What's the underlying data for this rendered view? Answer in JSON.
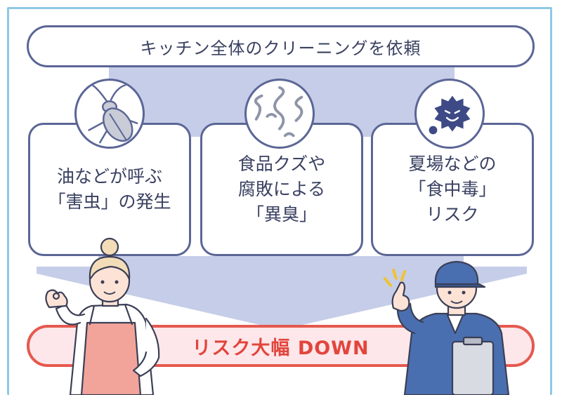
{
  "title": "キッチン全体のクリーニングを依頼",
  "cards": [
    {
      "lines": [
        "油などが呼ぶ",
        "「害虫」の発生"
      ],
      "icon": "cockroach-icon"
    },
    {
      "lines": [
        "食品クズや",
        "腐敗による",
        "「異臭」"
      ],
      "icon": "odor-icon"
    },
    {
      "lines": [
        "夏場などの",
        "「食中毒」",
        "リスク"
      ],
      "icon": "germ-icon"
    }
  ],
  "result": "リスク大幅 DOWN",
  "colors": {
    "frame": "#8ec9e6",
    "navy": "#5b6696",
    "band": "#c5cde8",
    "accent": "#e5594f",
    "resultBg": "#fde7ea"
  }
}
